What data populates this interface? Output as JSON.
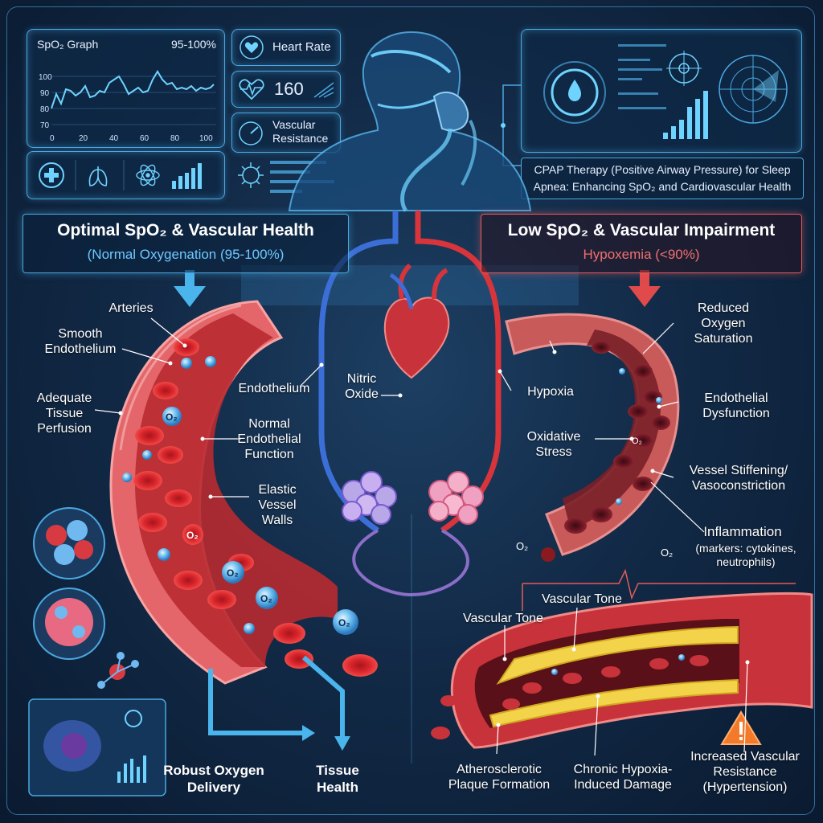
{
  "spo2_graph": {
    "title": "SpO₂ Graph",
    "range": "95-100%",
    "y_ticks": [
      "100",
      "90",
      "80",
      "70"
    ],
    "x_ticks": [
      "0",
      "20",
      "40",
      "60",
      "80",
      "100"
    ]
  },
  "monitors": {
    "heart_rate_label": "Heart Rate",
    "heart_rate_value": "160",
    "vascular_resistance_label": "Vascular Resistance"
  },
  "caption": "CPAP Therapy (Positive Airway Pressure) for Sleep Apnea: Enhancing SpO₂ and Cardiovascular Health",
  "left": {
    "title": "Optimal SpO₂ & Vascular Health",
    "subtitle": "(Normal Oxygenation (95-100%)",
    "labels": {
      "arteries": "Arteries",
      "smooth_endothelium": "Smooth Endothelium",
      "adequate_perfusion": "Adequate Tissue Perfusion",
      "normal_function": "Normal Endothelial Function",
      "elastic_walls": "Elastic Vessel Walls",
      "endothelium": "Endothelium",
      "nitric_oxide": "Nitric Oxide"
    },
    "bottom_1": "Robust Oxygen Delivery",
    "bottom_2": "Tissue Health"
  },
  "right": {
    "title": "Low SpO₂ & Vascular Impairment",
    "subtitle": "Hypoxemia (<90%)",
    "labels": {
      "hypoxia": "Hypoxia",
      "reduced_saturation": "Reduced Oxygen Saturation",
      "endothelial_dysfunction": "Endothelial Dysfunction",
      "oxidative_stress": "Oxidative Stress",
      "stiffening": "Vessel Stiffening/ Vasoconstriction",
      "inflammation": "Inflammation",
      "inflammation_markers": "(markers: cytokines, neutrophils)",
      "vascular_tone_1": "Vascular Tone",
      "vascular_tone_2": "Vascular Tone",
      "plaque": "Atherosclerotic Plaque Formation",
      "chronic_damage": "Chronic Hypoxia-Induced Damage",
      "increased_resistance": "Increased Vascular Resistance (Hypertension)"
    }
  },
  "o2_label": "O₂",
  "colors": {
    "accent_blue": "#4aa8e0",
    "accent_red": "#e35b5b",
    "vessel_red": "#c8323a",
    "plaque_yellow": "#f2d34a"
  }
}
